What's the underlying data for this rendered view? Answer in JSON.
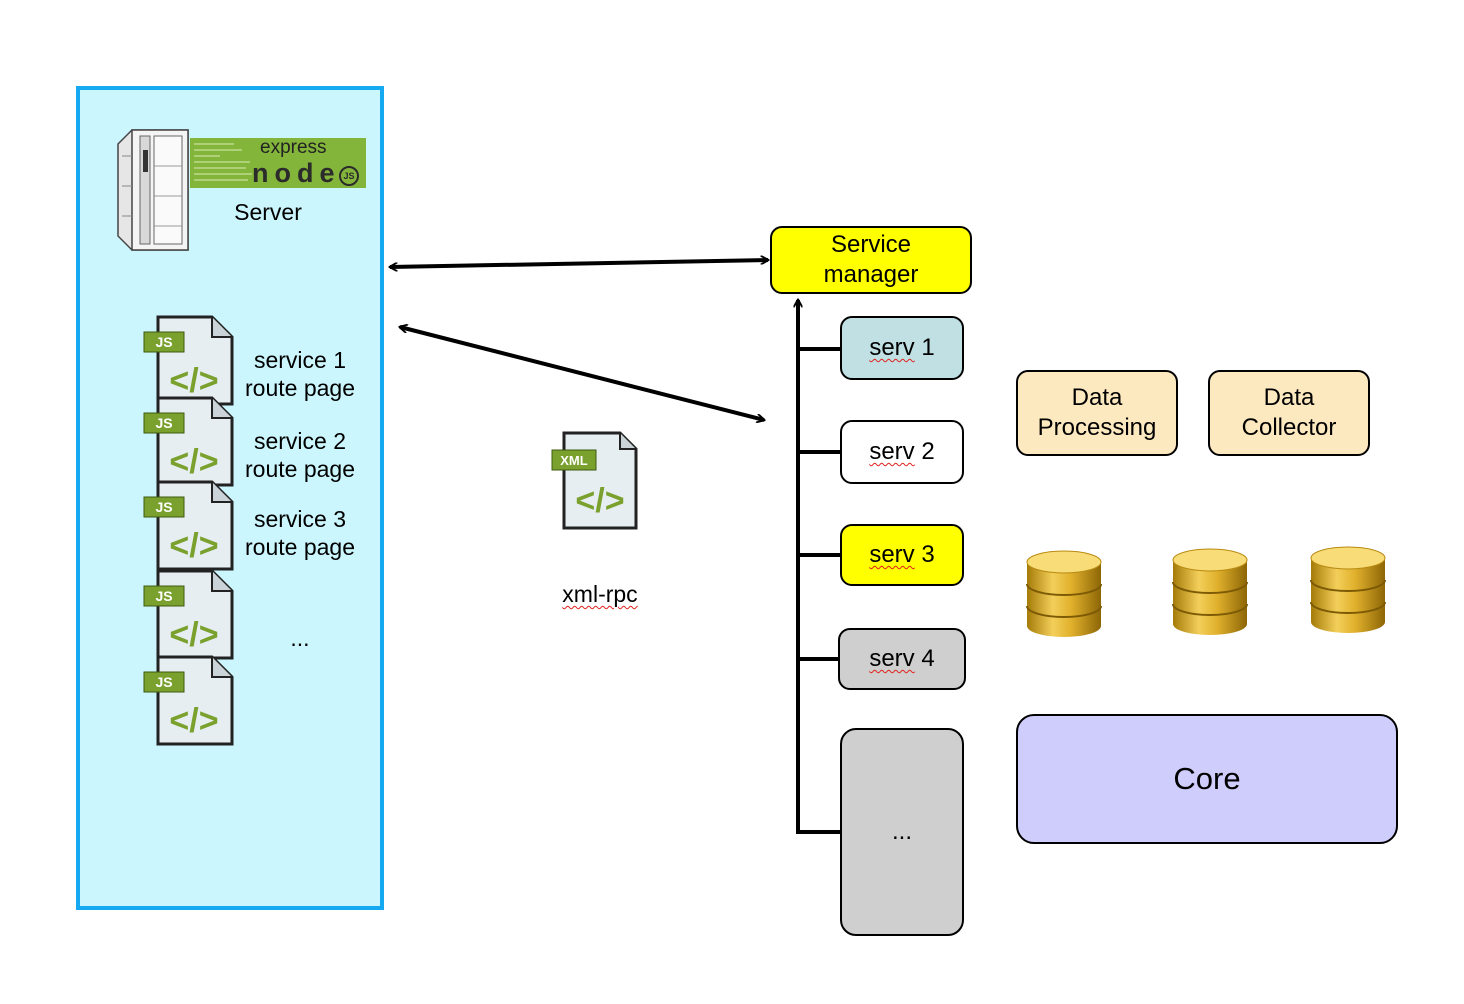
{
  "server": {
    "label": "Server",
    "logo": {
      "name": "express-nodejs-logo",
      "express_text": "express",
      "node_text": "node",
      "js_badge": "JS",
      "bg_color": "#84b53b"
    }
  },
  "routes": [
    {
      "line1": "service 1",
      "line2": "route page"
    },
    {
      "line1": "service 2",
      "line2": "route page"
    },
    {
      "line1": "service 3",
      "line2": "route page"
    },
    {
      "line1": "...",
      "line2": ""
    }
  ],
  "file_icon_badge": "JS",
  "xml_icon_badge": "XML",
  "protocol_label": "xml-rpc",
  "service_manager": {
    "line1": "Service",
    "line2": "manager",
    "color": "#ffff00"
  },
  "services": [
    {
      "name": "serv",
      "num": "1",
      "color": "#c0e0e4"
    },
    {
      "name": "serv",
      "num": "2",
      "color": "#ffffff"
    },
    {
      "name": "serv",
      "num": "3",
      "color": "#ffff00"
    },
    {
      "name": "serv",
      "num": "4",
      "color": "#cfcfcf"
    },
    {
      "name": "...",
      "num": "",
      "color": "#cfcfcf"
    }
  ],
  "data_processing": {
    "line1": "Data",
    "line2": "Processing",
    "color": "#fde9c0"
  },
  "data_collector": {
    "line1": "Data",
    "line2": "Collector",
    "color": "#fde9c0"
  },
  "databases": [
    {
      "icon": "database-icon"
    },
    {
      "icon": "database-icon"
    },
    {
      "icon": "database-icon"
    }
  ],
  "core": {
    "label": "Core",
    "color": "#cfcdfb"
  }
}
